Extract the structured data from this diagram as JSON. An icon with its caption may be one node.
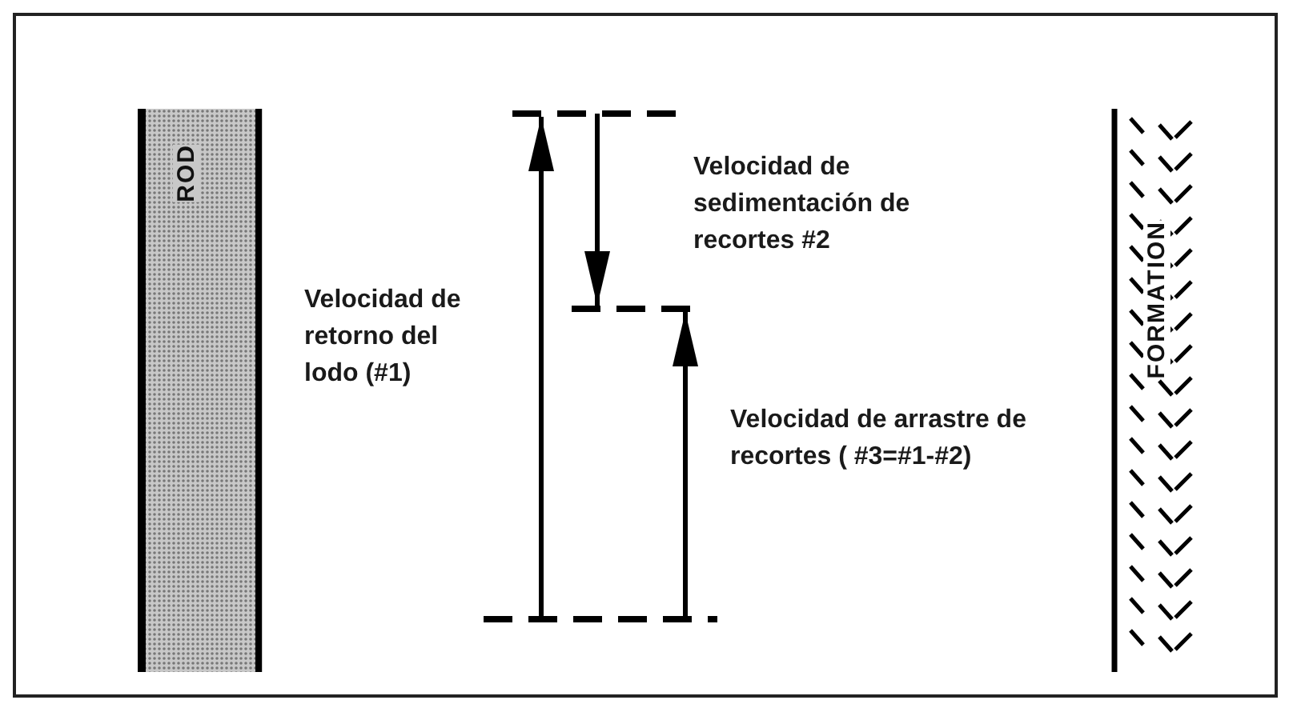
{
  "diagram": {
    "nodes": [
      {
        "text": [
          "ROD"
        ]
      },
      {
        "text": [
          "FORMATION"
        ]
      }
    ],
    "labels": [
      "Velocidad de sedimentación de recortes #2",
      "Velocidad de retorno del lodo (#1)",
      "Velocidad de arrastre de recortes ( #3=#1-#2)"
    ]
  }
}
